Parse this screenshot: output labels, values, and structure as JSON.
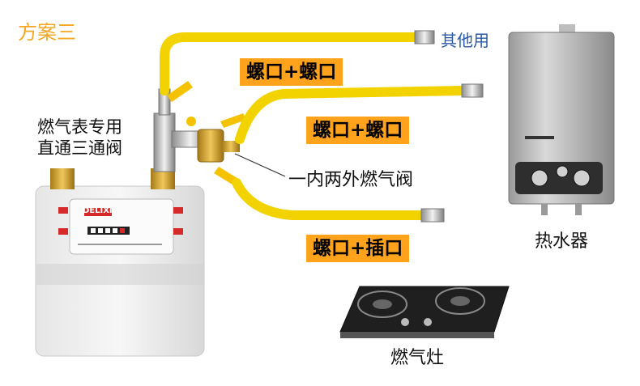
{
  "scheme_title": "方案三",
  "other_use": "其他用",
  "meter_valve": [
    "燃气表专用",
    "直通三通阀"
  ],
  "labels": {
    "top": "螺口+螺口",
    "middle": "螺口+螺口",
    "bottom": "螺口+插口"
  },
  "valve_label": "一内两外燃气阀",
  "water_heater_label": "热水器",
  "stove_label": "燃气灶",
  "meter_brand": "DELIXI",
  "colors": {
    "scheme_title": "#f5a623",
    "other_use": "#2a5aa8",
    "label_box": "#ffa21c",
    "hose": "#f2d300"
  }
}
